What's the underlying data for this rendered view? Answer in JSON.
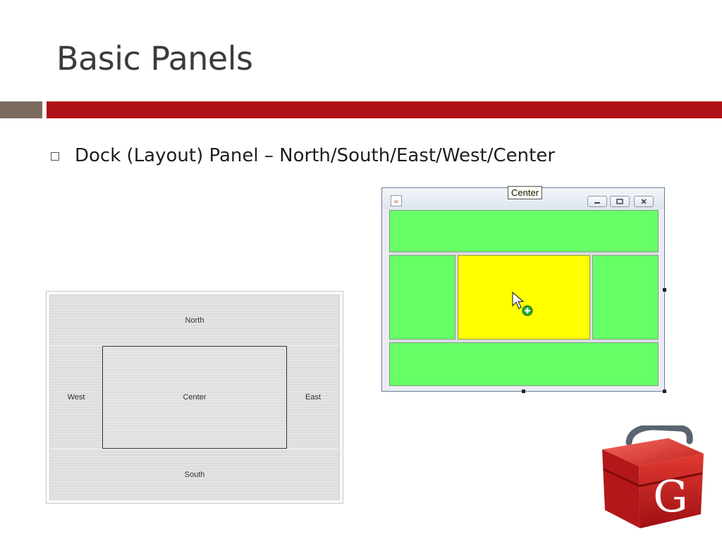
{
  "slide": {
    "title": "Basic Panels",
    "bullet": "Dock (Layout) Panel – North/South/East/West/Center",
    "accent_color": "#b01116",
    "bar_color": "#7a6a5e"
  },
  "dock_diagram": {
    "north": "North",
    "south": "South",
    "west": "West",
    "east": "East",
    "center": "Center"
  },
  "swing_window": {
    "tooltip": "Center",
    "region_color": "#66ff66",
    "center_color": "#ffff00",
    "buttons": [
      "minimize",
      "maximize",
      "close"
    ]
  },
  "logo": {
    "letter": "G",
    "name": "gwt-toolbox-icon"
  }
}
